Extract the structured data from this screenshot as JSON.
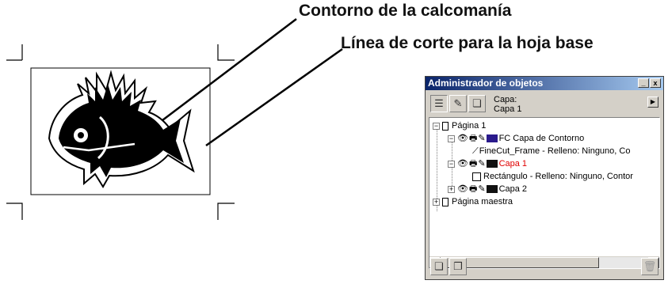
{
  "callouts": {
    "decal_outline": "Contorno de la calcomanía",
    "cut_line": "Línea de corte para la hoja base"
  },
  "window": {
    "title": "Administrador de objetos",
    "minimize_glyph": "_",
    "close_glyph": "x",
    "layer_label": "Capa:",
    "layer_name": "Capa 1"
  },
  "tree": {
    "page1": "Página 1",
    "fc_layer": "FC Capa de Contorno",
    "finecut_frame": "FineCut_Frame - Relleno: Ninguno, Co",
    "layer1": "Capa 1",
    "rectangle": "Rectángulo - Relleno: Ninguno, Contor",
    "layer2": "Capa 2",
    "master_page": "Página maestra"
  },
  "colors": {
    "fc_layer_swatch": "#2a1a8c",
    "layer1_swatch": "#111111",
    "layer2_swatch": "#111111",
    "layer1_text": "#e00000"
  }
}
